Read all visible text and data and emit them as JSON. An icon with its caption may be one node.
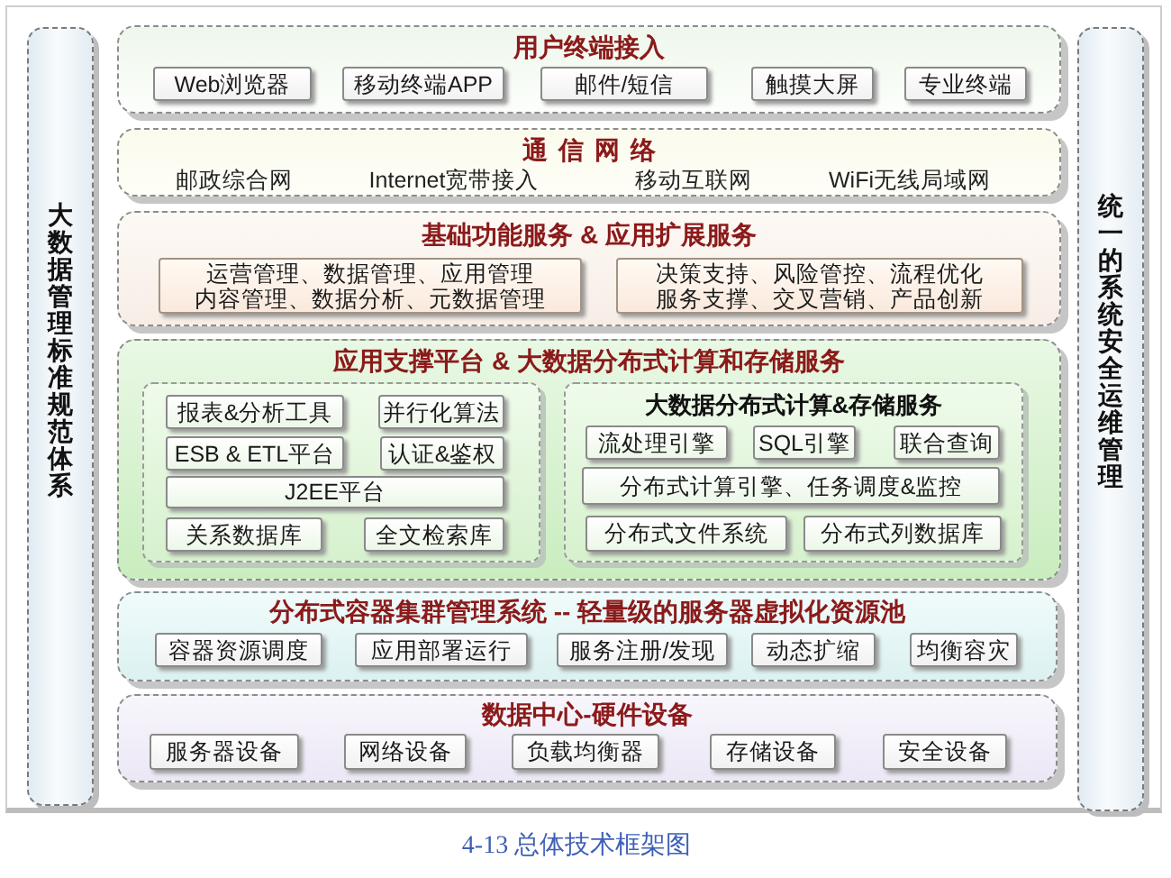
{
  "diagram": {
    "caption": "4-13 总体技术框架图",
    "nodes": [
      {
        "text": [
          "大数据管理标准规范体系"
        ]
      },
      {
        "text": [
          "用户终端接入"
        ]
      },
      {
        "text": [
          "Web浏览器"
        ],
        "in": 1
      },
      {
        "text": [
          "移动终端APP"
        ],
        "in": 1
      },
      {
        "text": [
          "邮件/短信"
        ],
        "in": 1
      },
      {
        "text": [
          "触摸大屏"
        ],
        "in": 1
      },
      {
        "text": [
          "专业终端"
        ],
        "in": 1
      },
      {
        "text": [
          "通信网络",
          "邮政综合网",
          "Internet宽带接入",
          "移动互联网",
          "WiFi无线局域网"
        ]
      },
      {
        "text": [
          "基础功能服务 & 应用扩展服务"
        ]
      },
      {
        "text": [
          "运营管理、数据管理、应用管理内容管理、数据分析、元数据管理"
        ],
        "in": 8
      },
      {
        "text": [
          "决策支持、风险管控、流程优化服务支撑、交叉营销、产品创新"
        ],
        "in": 8
      },
      {
        "text": [
          "应用支撑平台 & 大数据分布式计算和存储服务"
        ]
      },
      {
        "text": [],
        "shape": "box",
        "in": 11
      },
      {
        "text": [
          "报表&分析工具"
        ],
        "in": 12
      },
      {
        "text": [
          "并行化算法"
        ],
        "in": 12
      },
      {
        "text": [
          "ESB & ETL平台"
        ],
        "in": 12
      },
      {
        "text": [
          "认证&鉴权"
        ],
        "in": 12
      },
      {
        "text": [
          "J2EE平台"
        ],
        "in": 12
      },
      {
        "text": [
          "关系数据库"
        ],
        "in": 12
      },
      {
        "text": [
          "全文检索库"
        ],
        "in": 12
      },
      {
        "text": [
          "大数据分布式计算&存储服务"
        ],
        "in": 11
      },
      {
        "text": [
          "流处理引擎"
        ],
        "in": 20
      },
      {
        "text": [
          "SQL引擎"
        ],
        "in": 20
      },
      {
        "text": [
          "联合查询"
        ],
        "in": 20
      },
      {
        "text": [
          "分布式计算引擎、任务调度&监控"
        ],
        "in": 20
      },
      {
        "text": [
          "分布式文件系统"
        ],
        "in": 20
      },
      {
        "text": [
          "分布式列数据库"
        ],
        "in": 20
      },
      {
        "text": [
          "分布式容器集群管理系统 -- 轻量级的服务器虚拟化资源池"
        ]
      },
      {
        "text": [
          "容器资源调度"
        ],
        "in": 27
      },
      {
        "text": [
          "应用部署运行"
        ],
        "in": 27
      },
      {
        "text": [
          "服务注册/发现"
        ],
        "in": 27
      },
      {
        "text": [
          "动态扩缩"
        ],
        "in": 27
      },
      {
        "text": [
          "均衡容灾"
        ],
        "in": 27
      },
      {
        "text": [
          "数据中心-硬件设备"
        ]
      },
      {
        "text": [
          "服务器设备"
        ],
        "in": 33
      },
      {
        "text": [
          "网络设备"
        ],
        "in": 33
      },
      {
        "text": [
          "负载均衡器"
        ],
        "in": 33
      },
      {
        "text": [
          "存储设备"
        ],
        "in": 33
      },
      {
        "text": [
          "安全设备"
        ],
        "in": 33
      },
      {
        "text": [
          "统一的系统安全运维管理"
        ]
      }
    ]
  }
}
